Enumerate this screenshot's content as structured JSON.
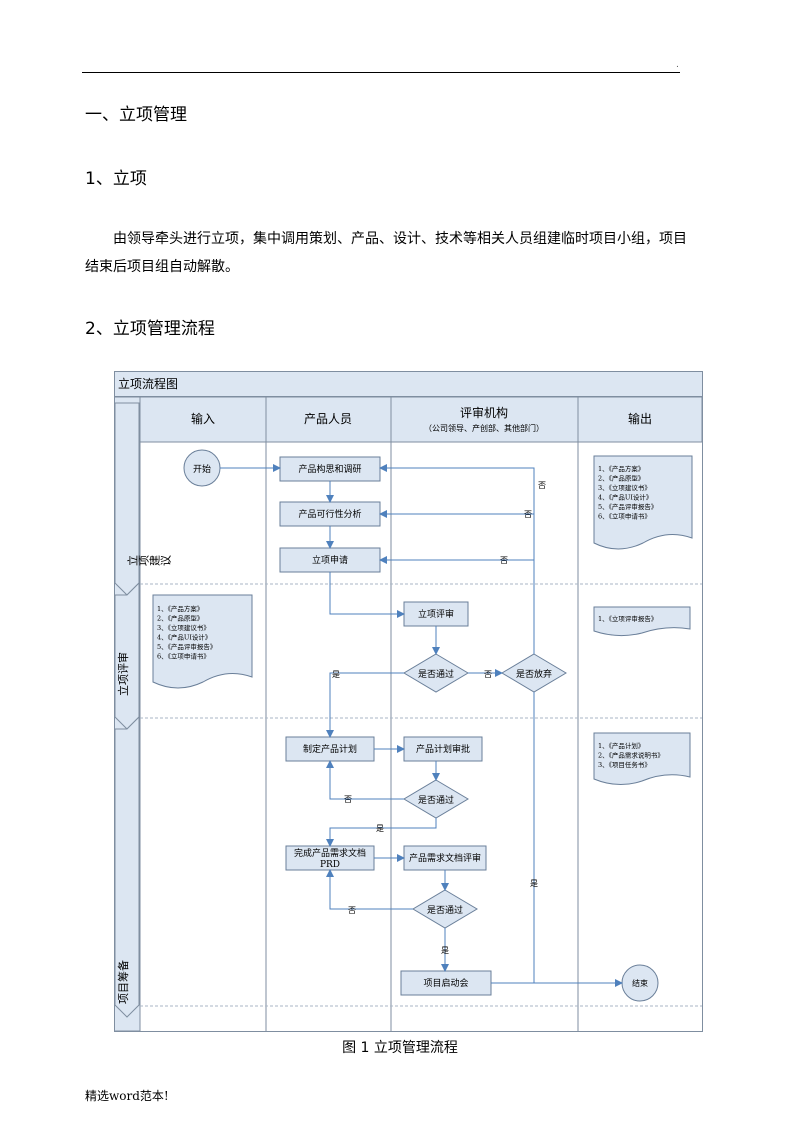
{
  "header": {
    "mark": "."
  },
  "section1": {
    "title": "一、立项管理"
  },
  "section1_1": {
    "title": "1、立项"
  },
  "paragraph": "由领导牵头进行立项，集中调用策划、产品、设计、技术等相关人员组建临时项目小组，项目结束后项目组自动解散。",
  "section1_2": {
    "title": "2、立项管理流程"
  },
  "flowchart": {
    "title": "立项流程图",
    "columns": {
      "input": "输入",
      "product": "产品人员",
      "review": "评审机构",
      "review_sub": "（公司领导、产创部、其他部门）",
      "output": "输出"
    },
    "phases": {
      "proposal": "立项建议",
      "review": "立项评审",
      "prepare": "项目筹备"
    },
    "nodes": {
      "start": "开始",
      "research": "产品构思和调研",
      "feasibility": "产品可行性分析",
      "apply": "立项申请",
      "review": "立项评审",
      "pass1": "是否通过",
      "abandon": "是否放弃",
      "plan": "制定产品计划",
      "plan_review": "产品计划审批",
      "pass2": "是否通过",
      "prd_line1": "完成产品需求文档",
      "prd_line2": "PRD",
      "prd_review": "产品需求文档评审",
      "pass3": "是否通过",
      "kickoff": "项目启动会",
      "end": "结束"
    },
    "labels": {
      "yes": "是",
      "no": "否"
    },
    "docs": {
      "output1": [
        "1、《产品方案》",
        "2、《产品原型》",
        "3、《立项建议书》",
        "4、《产品UI设计》",
        "5、《产品评审报告》",
        "6、《立项申请书》"
      ],
      "input2": [
        "1、《产品方案》",
        "2、《产品原型》",
        "3、《立项建议书》",
        "4、《产品UI设计》",
        "5、《产品评审报告》",
        "6、《立项申请书》"
      ],
      "output2": [
        "1、《立项评审报告》"
      ],
      "output3": [
        "1、《产品计划》",
        "2、《产品需求说明书》",
        "3、《项目任务书》"
      ]
    },
    "colors": {
      "header_fill": "#dce6f2",
      "border": "#7f8ea0",
      "arrow": "#4f81bd",
      "box_border": "#6a7f99"
    }
  },
  "caption": "图 1  立项管理流程",
  "footer": "精选word范本!"
}
